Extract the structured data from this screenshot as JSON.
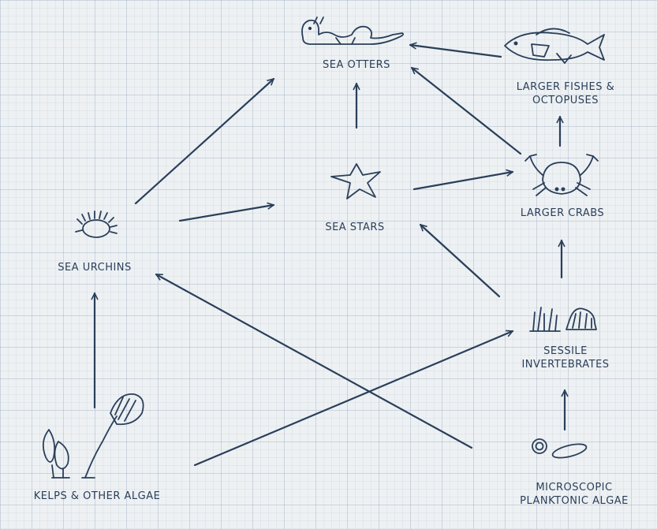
{
  "colors": {
    "ink": "#2a3f5a",
    "grid": "#b4c0cf",
    "paper": "#eef1f3"
  },
  "nodes": {
    "sea_otters": {
      "label": "SEA OTTERS",
      "icon": "otter-icon"
    },
    "fishes": {
      "label_line1": "LARGER FISHES &",
      "label_line2": "OCTOPUSES",
      "icon": "fish-icon"
    },
    "sea_stars": {
      "label": "SEA STARS",
      "icon": "starfish-icon"
    },
    "crabs": {
      "label": "LARGER CRABS",
      "icon": "crab-icon"
    },
    "urchins": {
      "label": "SEA URCHINS",
      "icon": "urchin-icon"
    },
    "sessile": {
      "label_line1": "SESSILE",
      "label_line2": "INVERTEBRATES",
      "icon": "barnacle-shell-icon"
    },
    "kelps": {
      "label": "KELPS & OTHER ALGAE",
      "icon": "kelp-icon"
    },
    "plankton": {
      "label_line1": "MICROSCOPIC",
      "label_line2": "PLANKTONIC ALGAE",
      "icon": "plankton-icon"
    }
  },
  "edges": [
    {
      "from": "LARGER FISHES & OCTOPUSES",
      "to": "SEA OTTERS"
    },
    {
      "from": "SEA STARS",
      "to": "SEA OTTERS"
    },
    {
      "from": "LARGER CRABS",
      "to": "SEA OTTERS"
    },
    {
      "from": "SEA URCHINS",
      "to": "SEA OTTERS"
    },
    {
      "from": "LARGER CRABS",
      "to": "LARGER FISHES & OCTOPUSES"
    },
    {
      "from": "SEA STARS",
      "to": "LARGER CRABS"
    },
    {
      "from": "SEA URCHINS",
      "to": "SEA STARS"
    },
    {
      "from": "SESSILE INVERTEBRATES",
      "to": "SEA STARS"
    },
    {
      "from": "SESSILE INVERTEBRATES",
      "to": "LARGER CRABS"
    },
    {
      "from": "KELPS & OTHER ALGAE",
      "to": "SEA URCHINS"
    },
    {
      "from": "MICROSCOPIC PLANKTONIC ALGAE",
      "to": "SEA URCHINS"
    },
    {
      "from": "KELPS & OTHER ALGAE",
      "to": "SESSILE INVERTEBRATES"
    },
    {
      "from": "MICROSCOPIC PLANKTONIC ALGAE",
      "to": "SESSILE INVERTEBRATES"
    }
  ]
}
